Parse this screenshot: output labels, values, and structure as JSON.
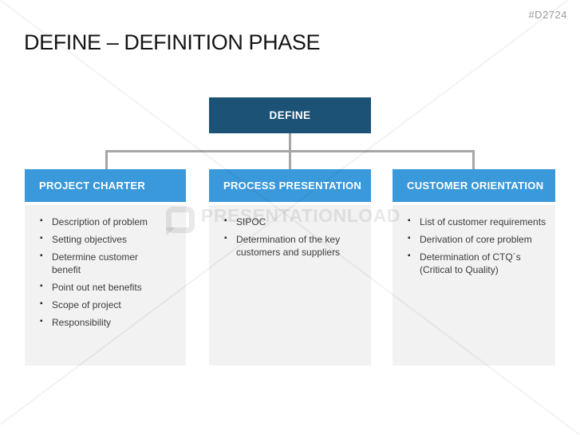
{
  "slide": {
    "catalog_code": "#D2724",
    "title": "DEFINE – DEFINITION PHASE"
  },
  "diagram": {
    "root": {
      "label": "DEFINE"
    },
    "columns": [
      {
        "header": "PROJECT CHARTER",
        "items": [
          "Description of problem",
          "Setting objectives",
          "Determine customer benefit",
          "Point out net benefits",
          "Scope of project",
          "Responsibility"
        ]
      },
      {
        "header": "PROCESS PRESENTATION",
        "items": [
          "SIPOC",
          "Determination of the key customers and suppliers"
        ]
      },
      {
        "header": "CUSTOMER ORIENTATION",
        "items": [
          "List of customer requirements",
          "Derivation of core problem",
          "Determination of CTQ´s (Critical to Quality)"
        ]
      }
    ]
  },
  "watermark": {
    "text": "PRESENTATIONLOAD"
  },
  "colors": {
    "root_box": "#1B5276",
    "column_header": "#3A99DB",
    "panel_background": "#F2F2F2",
    "connector": "#A6A6A6"
  }
}
